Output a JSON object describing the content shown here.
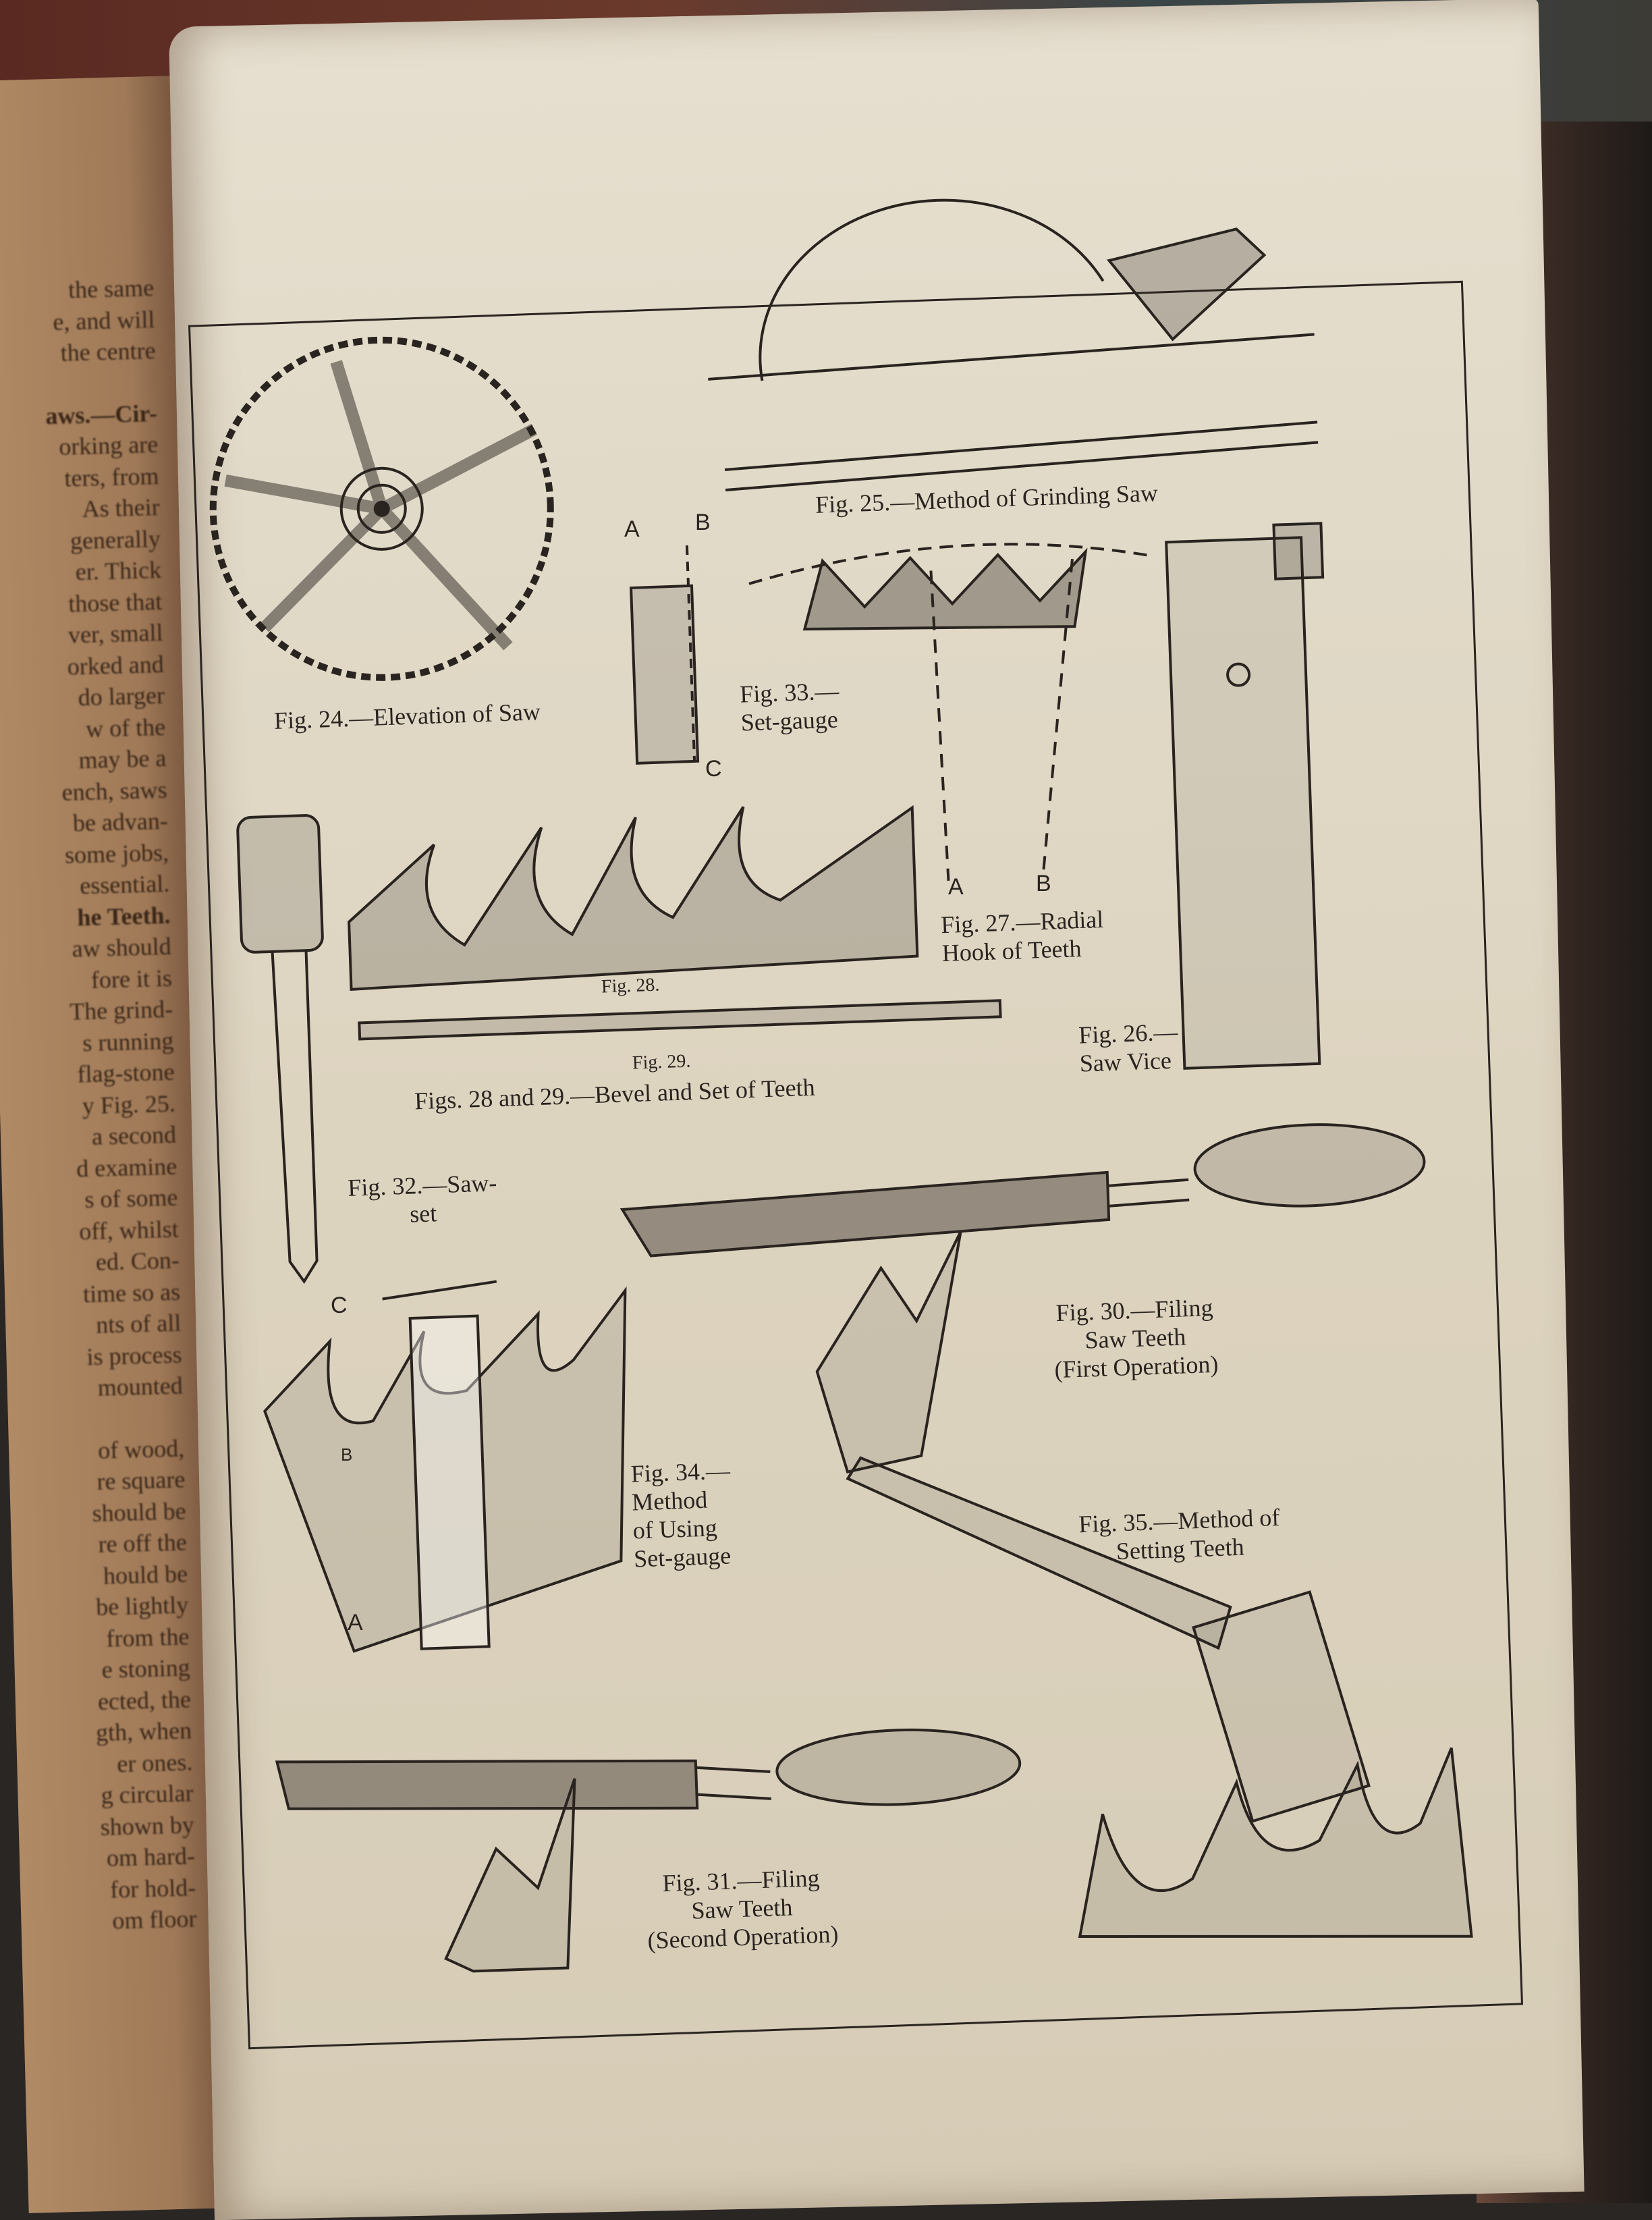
{
  "left_page": {
    "lines": [
      "the same",
      "e, and will",
      "the centre",
      "",
      "aws.—Cir-",
      "orking are",
      "ters, from",
      "As their",
      "generally",
      "er. Thick",
      "those that",
      "ver, small",
      "orked and",
      "do larger",
      "w of the",
      "may be a",
      "ench, saws",
      "be advan-",
      "some jobs,",
      "essential.",
      "he Teeth.",
      "aw should",
      "fore it is",
      "The grind-",
      "s running",
      "flag-stone",
      "y Fig. 25.",
      "a second",
      "d examine",
      "s of some",
      "off, whilst",
      "ed. Con-",
      "time so as",
      "nts of all",
      "is process",
      "mounted",
      "",
      "of wood,",
      "re square",
      "should be",
      "re off the",
      "hould be",
      "be lightly",
      "from the",
      "e stoning",
      "ected, the",
      "gth, when",
      "er ones.",
      "g circular",
      "shown by",
      "om hard-",
      "for hold-",
      "om floor"
    ]
  },
  "figures": {
    "fig24": "Fig. 24.—Elevation of Saw",
    "fig25": "Fig. 25.—Method of Grinding Saw",
    "fig33": [
      "Fig. 33.—",
      "Set-gauge"
    ],
    "fig27": [
      "Fig. 27.—Radial",
      "Hook of Teeth"
    ],
    "fig26": [
      "Fig. 26.—",
      "Saw Vice"
    ],
    "fig28": "Fig. 28.",
    "fig29": "Fig. 29.",
    "fig28_29": "Figs. 28 and 29.—Bevel and Set of Teeth",
    "fig32": [
      "Fig. 32.—Saw-",
      "set"
    ],
    "fig30": [
      "Fig. 30.—Filing",
      "Saw Teeth",
      "(First Operation)"
    ],
    "fig34": [
      "Fig. 34.—",
      "Method",
      "of Using",
      "Set-gauge"
    ],
    "fig35": [
      "Fig. 35.—Method of",
      "Setting Teeth"
    ],
    "fig31": [
      "Fig. 31.—Filing",
      "Saw Teeth",
      "(Second Operation)"
    ]
  },
  "labels": {
    "a": "A",
    "b": "B",
    "c": "C"
  }
}
